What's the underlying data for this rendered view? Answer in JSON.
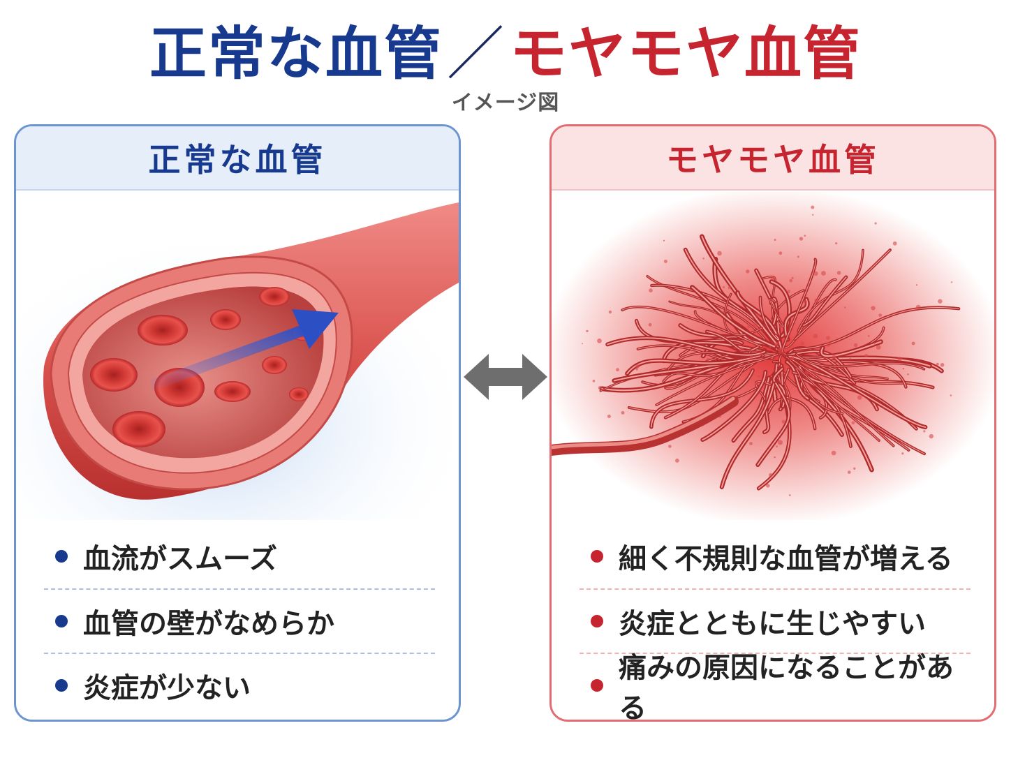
{
  "title": {
    "left": "正常な血管",
    "separator": "／",
    "right": "モヤモヤ血管"
  },
  "subtitle": "イメージ図",
  "left_panel": {
    "header": "正常な血管",
    "items": [
      "血流がスムーズ",
      "血管の壁がなめらか",
      "炎症が少ない"
    ],
    "accent_color": "#173a8f"
  },
  "right_panel": {
    "header": "モヤモヤ血管",
    "items": [
      "細く不規則な血管が増える",
      "炎症とともに生じやすい",
      "痛みの原因になることがある"
    ],
    "accent_color": "#c6242f"
  },
  "center_icon": "double-arrow-icon"
}
